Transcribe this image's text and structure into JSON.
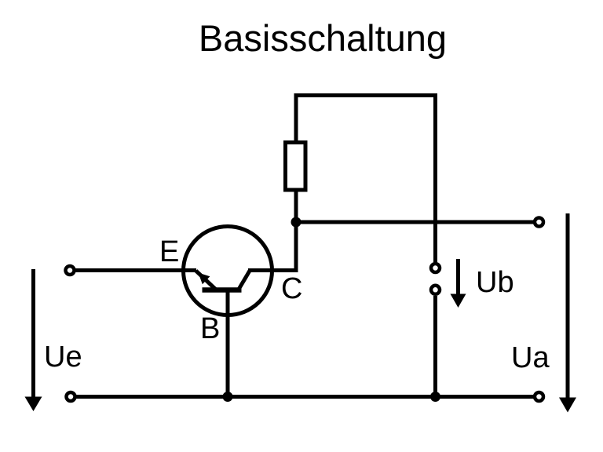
{
  "title": "Basisschaltung",
  "colors": {
    "ink": "#000000",
    "background": "#ffffff"
  },
  "diagram": {
    "type": "circuit-schematic",
    "circuit_name": "common-base transistor circuit",
    "transistor": {
      "symbol": "npn-bjt",
      "emitter_label": "E",
      "base_label": "B",
      "collector_label": "C"
    },
    "voltages": {
      "input_label": "Ue",
      "supply_label": "Ub",
      "output_label": "Ua"
    },
    "symbols": [
      "input-terminal-pair",
      "transistor-circle-symbol",
      "resistor-box",
      "supply-terminal-pair",
      "output-terminal-pair",
      "down-arrow-input",
      "down-arrow-supply",
      "down-arrow-output",
      "junction-dots"
    ]
  }
}
